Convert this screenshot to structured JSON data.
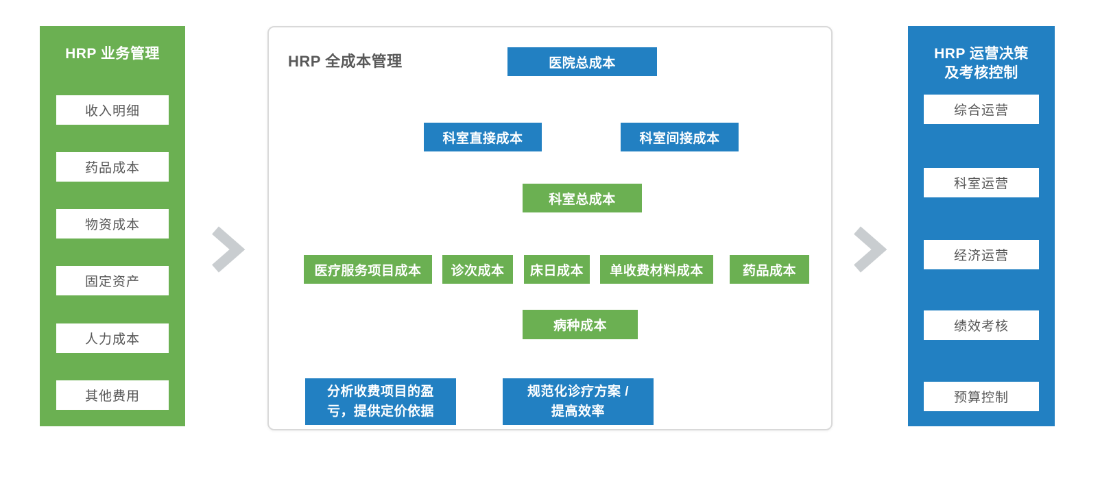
{
  "colors": {
    "panel_green": "#6bb052",
    "panel_blue": "#2280c2",
    "connector_gray": "#8c8c8c",
    "chevron_gray": "#c9cdd0",
    "pill_text": "#575757",
    "frame_border": "#d9d9d9",
    "frame_title_text": "#595959"
  },
  "icons": {
    "flow_arrow": "chevron-right-icon",
    "connector_arrowhead": "arrowhead-down-icon"
  },
  "left_panel": {
    "title": "HRP 业务管理",
    "items": [
      "收入明细",
      "药品成本",
      "物资成本",
      "固定资产",
      "人力成本",
      "其他费用"
    ]
  },
  "center_panel": {
    "title": "HRP 全成本管理",
    "nodes": {
      "hospital_total": "医院总成本",
      "dept_direct": "科室直接成本",
      "dept_indirect": "科室间接成本",
      "dept_total": "科室总成本",
      "medical_service": "医疗服务项目成本",
      "visit": "诊次成本",
      "bed_day": "床日成本",
      "single_charge_material": "单收费材料成本",
      "drug": "药品成本",
      "disease": "病种成本",
      "analysis_lines": [
        "分析收费项目的盈",
        "亏，提供定价依据"
      ],
      "standard_lines": [
        "规范化诊疗方案 /",
        "提高效率"
      ]
    }
  },
  "right_panel": {
    "title_lines": [
      "HRP 运营决策",
      "及考核控制"
    ],
    "items": [
      "综合运营",
      "科室运营",
      "经济运营",
      "绩效考核",
      "预算控制"
    ]
  }
}
